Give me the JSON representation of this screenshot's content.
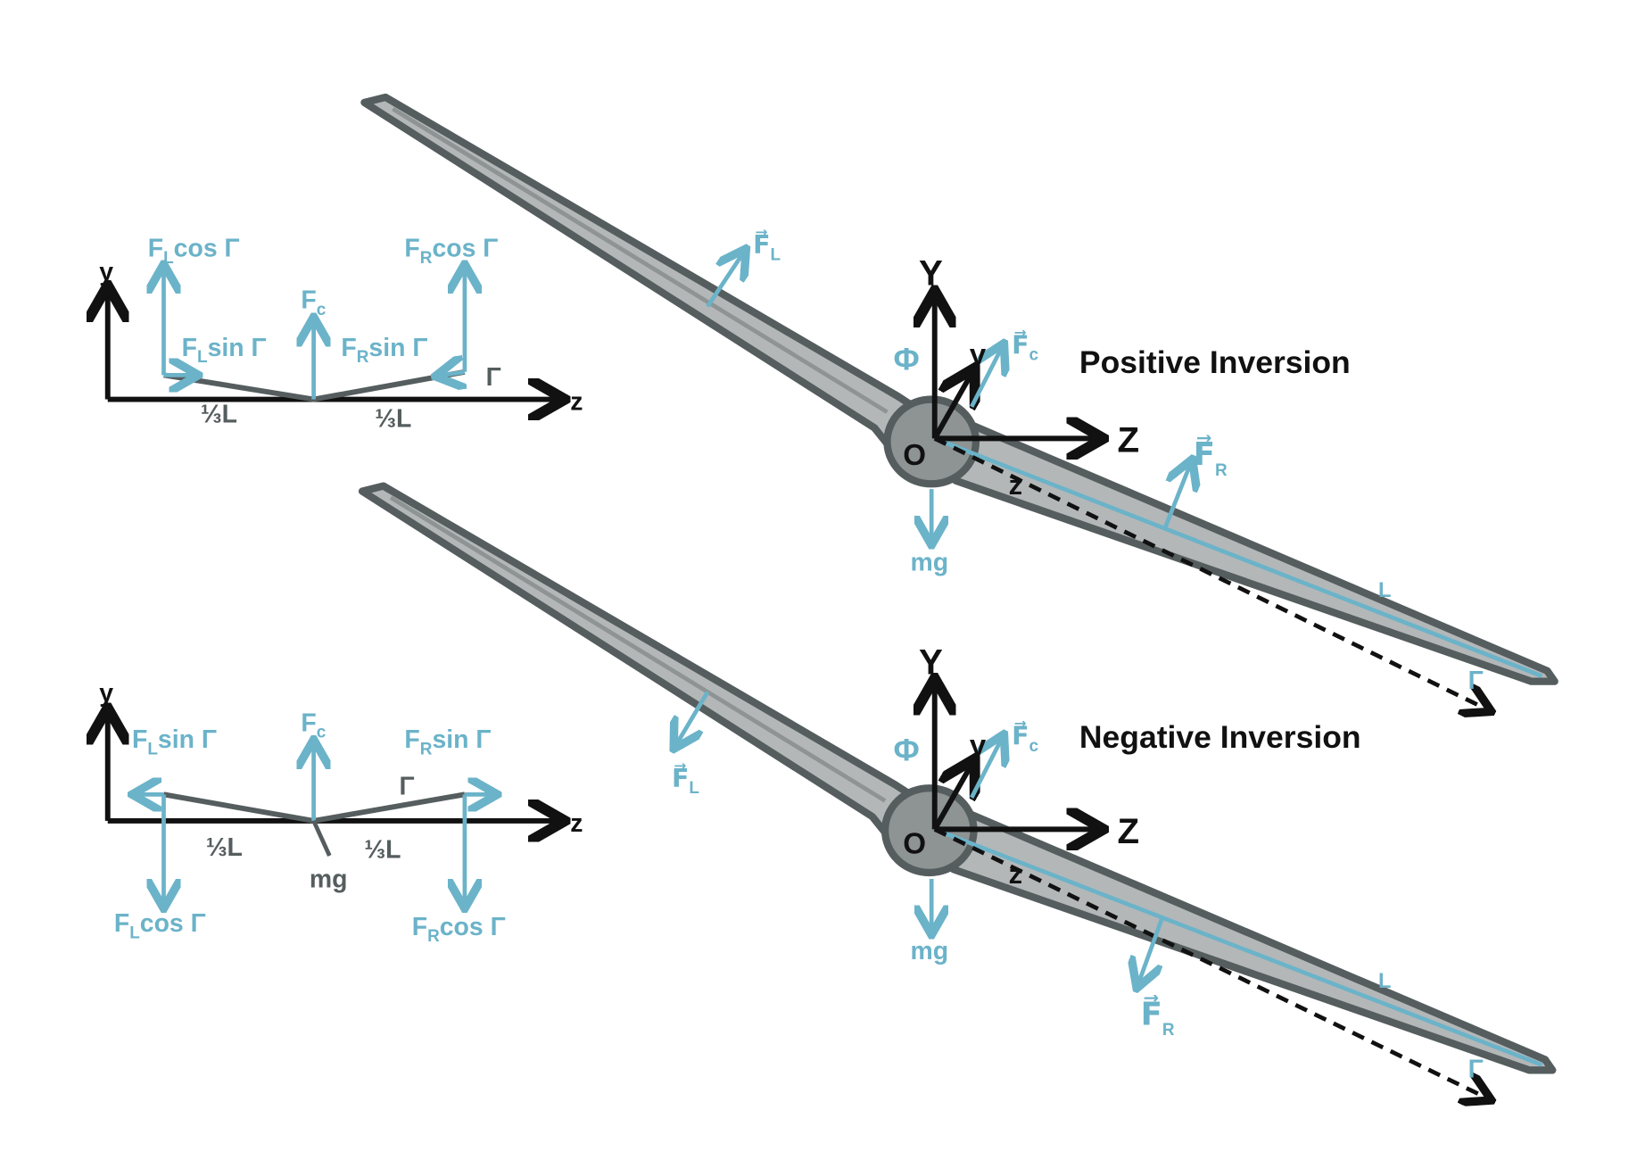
{
  "colors": {
    "force": "#6bb3c9",
    "axis": "#111111",
    "blade_outline": "#555d5e",
    "blade_fill": "#b3b7b8"
  },
  "top_left": {
    "axis_y": "y",
    "axis_z": "z",
    "fl_cos": {
      "main": "F",
      "sub": "L",
      "rest": "cos Γ"
    },
    "fr_cos": {
      "main": "F",
      "sub": "R",
      "rest": "cos Γ"
    },
    "fc": {
      "main": "F",
      "sub": "c"
    },
    "fl_sin": {
      "main": "F",
      "sub": "L",
      "rest": "sin Γ"
    },
    "fr_sin": {
      "main": "F",
      "sub": "R",
      "rest": "sin Γ"
    },
    "gamma": "Γ",
    "third_left": "⅓L",
    "third_right": "⅓L"
  },
  "bottom_left": {
    "axis_y": "y",
    "axis_z": "z",
    "fl_sin": {
      "main": "F",
      "sub": "L",
      "rest": "sin Γ"
    },
    "fr_sin": {
      "main": "F",
      "sub": "R",
      "rest": "sin Γ"
    },
    "fc": {
      "main": "F",
      "sub": "c"
    },
    "gamma": "Γ",
    "third_left": "⅓L",
    "third_right": "⅓L",
    "mg": "mg",
    "fl_cos": {
      "main": "F",
      "sub": "L",
      "rest": "cos Γ"
    },
    "fr_cos": {
      "main": "F",
      "sub": "R",
      "rest": "cos Γ"
    }
  },
  "positive": {
    "title": "Positive Inversion",
    "Y": "Y",
    "Z": "Z",
    "y": "y",
    "z": "z",
    "O": "O",
    "phi": "Φ",
    "L": "L",
    "gamma": "Γ",
    "mg": "mg",
    "fc": {
      "main": "F⃗",
      "sub": "c"
    },
    "fl": {
      "main": "F⃗",
      "sub": "L"
    },
    "fr": {
      "main": "F⃗",
      "sub": "R"
    }
  },
  "negative": {
    "title": "Negative Inversion",
    "Y": "Y",
    "Z": "Z",
    "y": "y",
    "z": "z",
    "O": "O",
    "phi": "Φ",
    "L": "L",
    "gamma": "Γ",
    "mg": "mg",
    "fc": {
      "main": "F⃗",
      "sub": "c"
    },
    "fl": {
      "main": "F⃗",
      "sub": "L"
    },
    "fr": {
      "main": "F⃗",
      "sub": "R"
    }
  }
}
